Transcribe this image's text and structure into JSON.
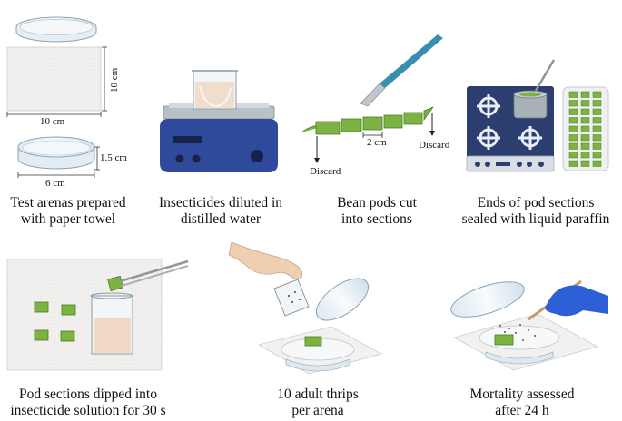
{
  "panels": [
    {
      "caption": [
        "Test arenas prepared",
        "with paper towel"
      ]
    },
    {
      "caption": [
        "Insecticides diluted in",
        "distilled water"
      ]
    },
    {
      "caption": [
        "Bean pods cut",
        "into sections"
      ]
    },
    {
      "caption": [
        "Ends of pod sections",
        "sealed with  liquid paraffin"
      ]
    },
    {
      "caption": [
        "Pod sections dipped into",
        "insecticide solution for 30 s"
      ]
    },
    {
      "caption": [
        "10 adult thrips",
        "per arena"
      ]
    },
    {
      "caption": [
        "Mortality assessed",
        "after 24 h"
      ]
    }
  ],
  "dimensions": {
    "paper_height": "10 cm",
    "paper_width": "10 cm",
    "dish_height": "1.5 cm",
    "dish_width": "6 cm",
    "pod_section": "2 cm"
  },
  "labels": {
    "discard_left": "Discard",
    "discard_right": "Discard"
  },
  "colors": {
    "pod_green": "#7cb342",
    "stove_blue": "#2c3e70",
    "hotplate_blue": "#2f4a9a",
    "glove_blue": "#2d5fd6"
  }
}
